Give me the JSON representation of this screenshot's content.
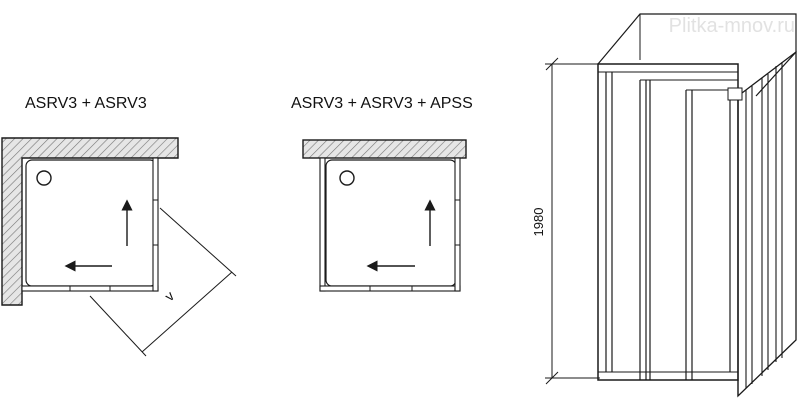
{
  "watermark": "Plitka-mnov.ru",
  "plans": [
    {
      "title": "ASRV3 + ASRV3",
      "pivot_mark": "v"
    },
    {
      "title": "ASRV3 + ASRV3 + APSS"
    }
  ],
  "elevation": {
    "height_label": "1980"
  },
  "colors": {
    "line": "#1a1a1a",
    "wall_fill": "#d0d0d0",
    "watermark": "#e2e2e2"
  }
}
